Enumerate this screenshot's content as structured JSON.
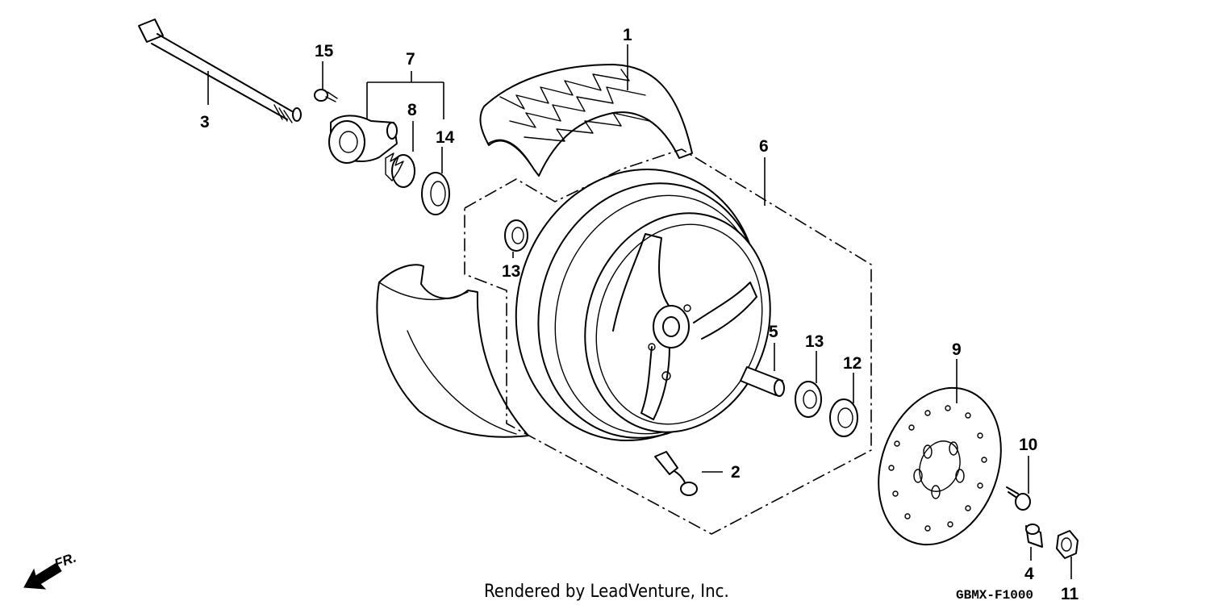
{
  "diagram": {
    "code": "GBMX-F1000",
    "credit": "Rendered by LeadVenture, Inc.",
    "direction_label": "FR."
  },
  "callouts": {
    "c1": "1",
    "c2": "2",
    "c3": "3",
    "c4": "4",
    "c5": "5",
    "c6": "6",
    "c7": "7",
    "c8": "8",
    "c9": "9",
    "c10": "10",
    "c11": "11",
    "c12": "12",
    "c13a": "13",
    "c13b": "13",
    "c14": "14",
    "c15": "15"
  }
}
